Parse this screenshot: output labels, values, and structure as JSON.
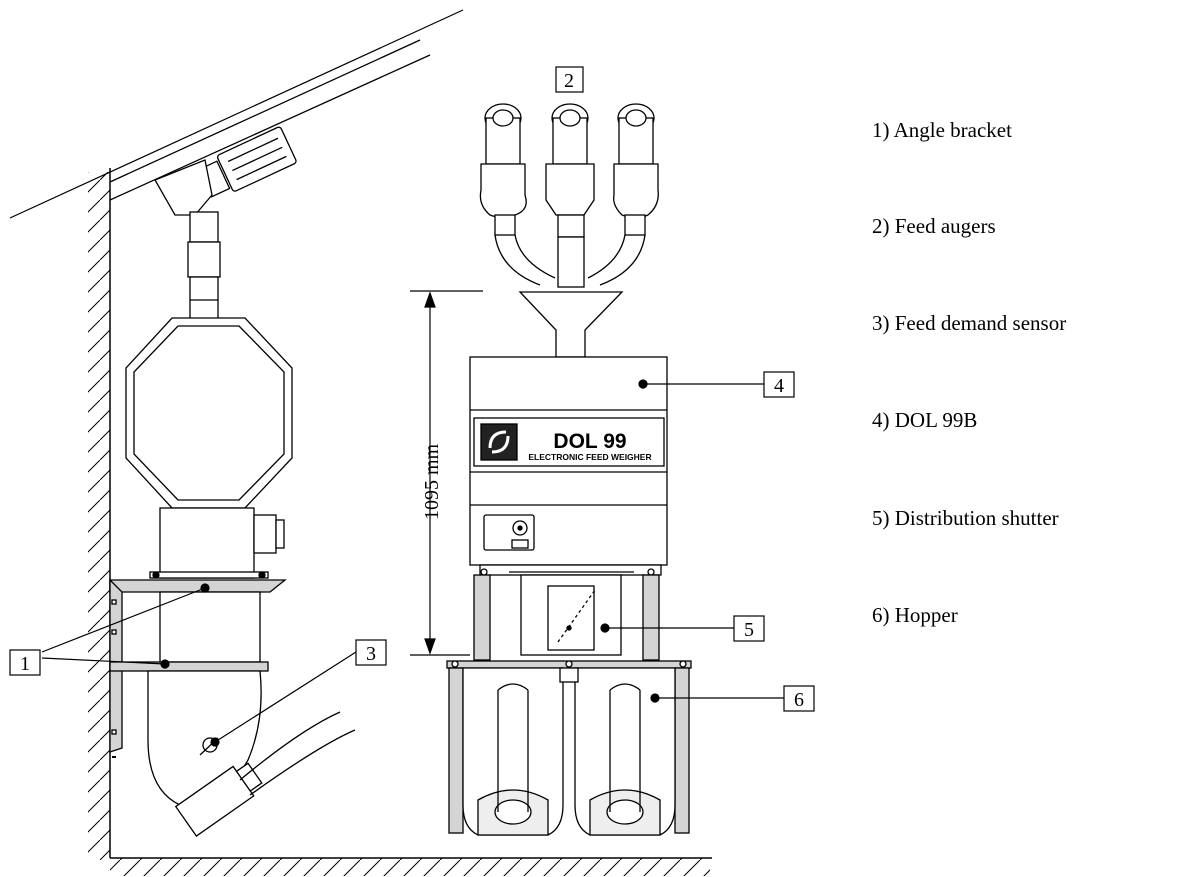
{
  "callouts": [
    "1",
    "2",
    "3",
    "4",
    "5",
    "6"
  ],
  "legend": [
    "1)  Angle bracket",
    "2)  Feed augers",
    "3)  Feed demand sensor",
    "4)  DOL 99B",
    "5)  Distribution shutter",
    "6)  Hopper"
  ],
  "dimension": {
    "label": "1095 mm"
  },
  "device_panel": {
    "title": "DOL 99",
    "subtitle": "ELECTRONIC FEED WEIGHER"
  },
  "colors": {
    "line": "#000000",
    "fill": "#ffffff",
    "bracket": "#d4d4d4",
    "panel_dark": "#222222"
  }
}
